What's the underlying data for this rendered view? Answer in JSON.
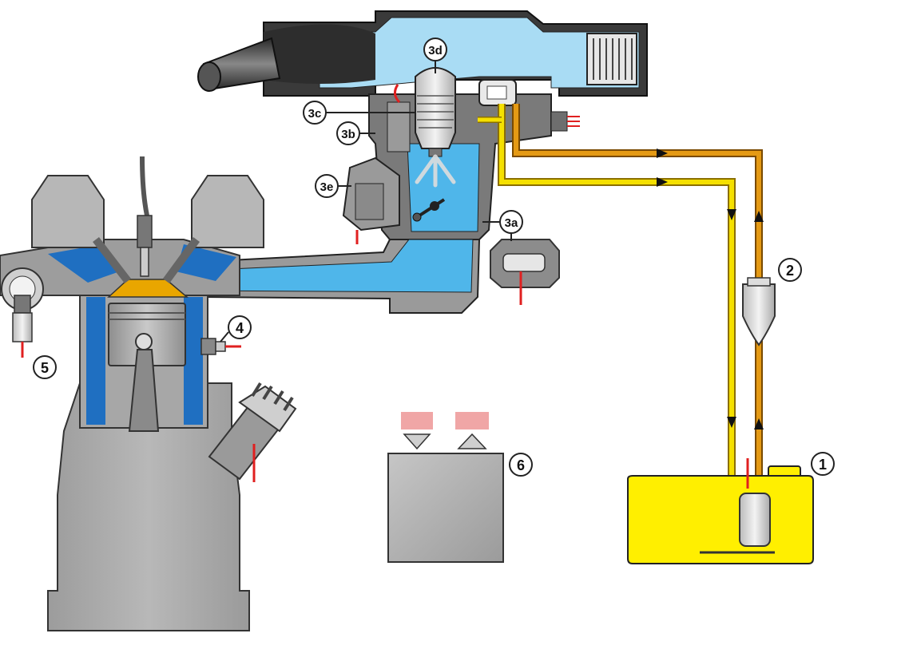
{
  "callouts": {
    "tank": "1",
    "filter": "2",
    "throttle_switch": "3a",
    "throttle_body": "3b",
    "pressure_regulator": "3c",
    "injector": "3d",
    "idle_actuator": "3e",
    "temp_sensor": "4",
    "lambda_sensor": "5",
    "ecu": "6"
  },
  "colors": {
    "fuel_supply": "#f5e000",
    "fuel_return": "#e59a14",
    "air_intake": "#8fd1f2",
    "manifold": "#4fb6ea",
    "coolant": "#1f6fc1",
    "engine": "#a9a9a9",
    "tank": "#ffef00",
    "signal_wire": "#e02020",
    "ecu_connector": "#f0a6a6"
  },
  "icons": [
    "fuel-tank-icon",
    "fuel-filter-icon",
    "injector-icon",
    "spark-plug-icon",
    "piston-icon",
    "distributor-icon",
    "ecu-icon",
    "lambda-sensor-icon",
    "temperature-sensor-icon",
    "throttle-valve-icon"
  ]
}
